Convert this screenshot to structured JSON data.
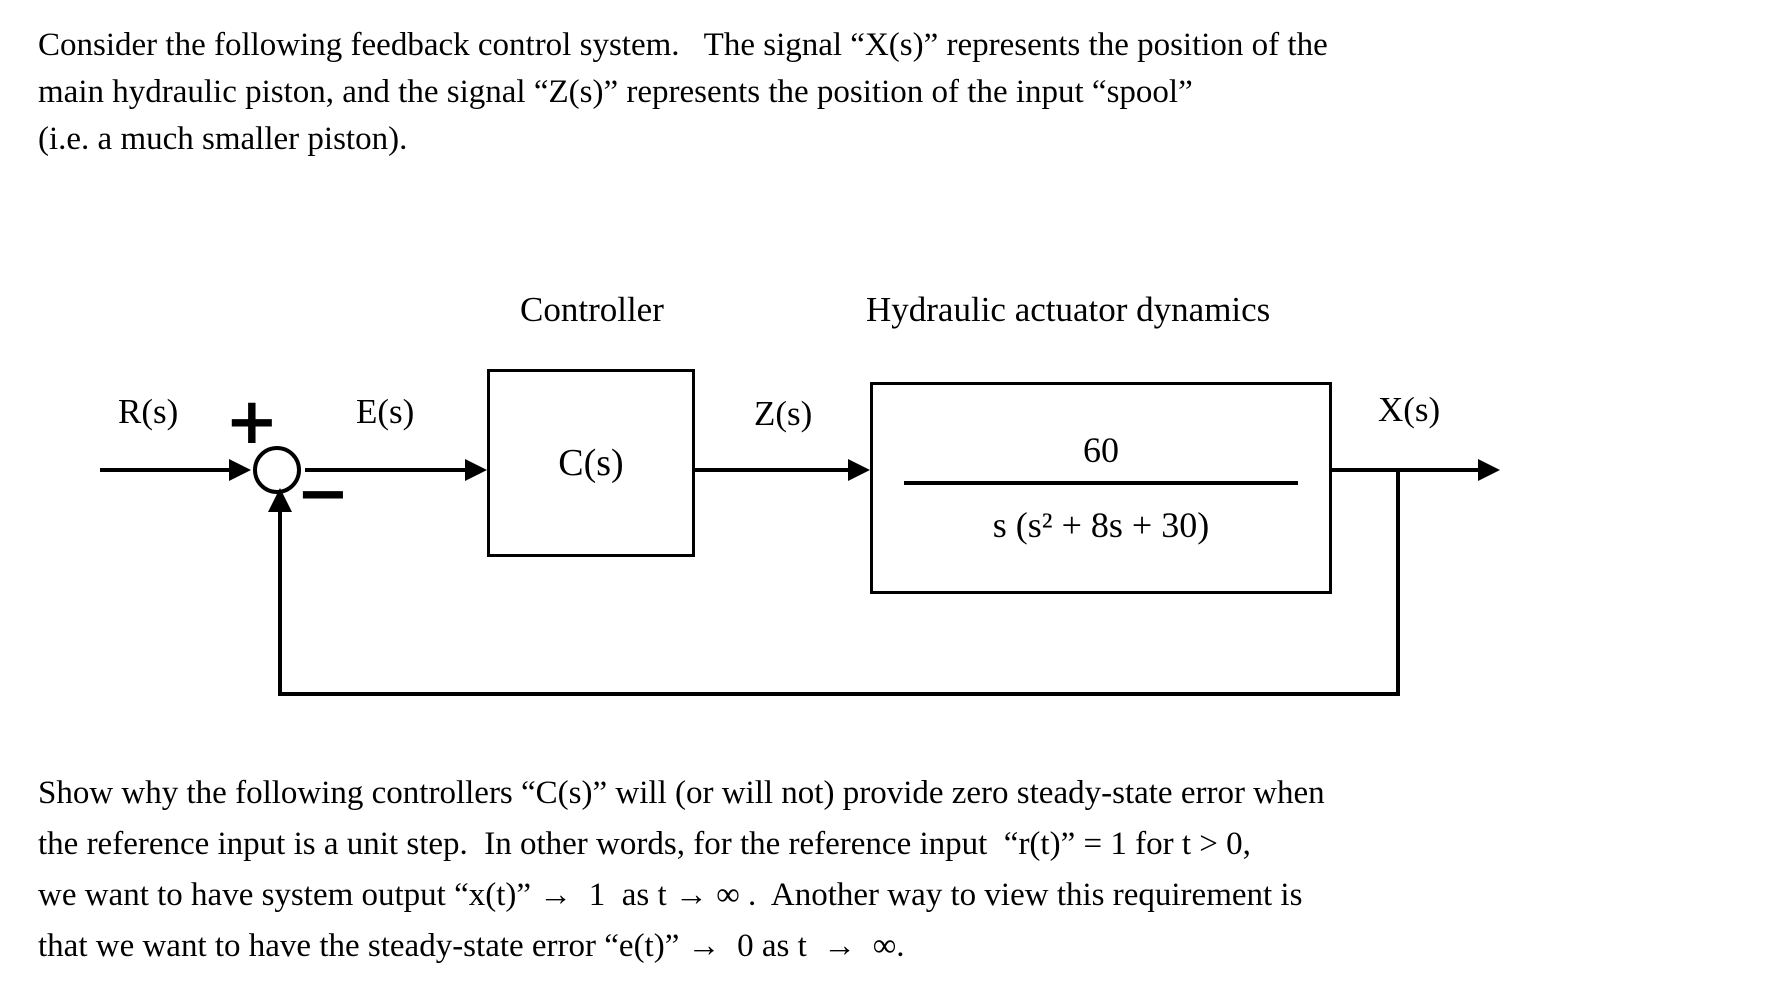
{
  "page": {
    "background": "#ffffff",
    "ink": "#000000"
  },
  "intro": {
    "lines": [
      "Consider the following feedback control system.   The signal “X(s)” represents the position of the",
      "main hydraulic piston, and the signal “Z(s)” represents the position of the input “spool”",
      "(i.e. a much smaller piston)."
    ]
  },
  "diagram": {
    "headings": {
      "controller": "Controller",
      "plant": "Hydraulic actuator dynamics"
    },
    "signals": {
      "reference": "R(s)",
      "error": "E(s)",
      "control": "Z(s)",
      "output": "X(s)"
    },
    "sum": {
      "plus": "+",
      "minus": "−"
    },
    "controller_block": {
      "label": "C(s)"
    },
    "plant_block": {
      "numerator": "60",
      "denominator": "s (s² + 8s + 30)"
    }
  },
  "outro": {
    "lines": [
      "Show why the following controllers “C(s)” will (or will not) provide zero steady-state error when",
      "the reference input is a unit step.  In other words, for the reference input  “r(t)” = 1 for t > 0,",
      "we want to have system output “x(t)” →  1  as t → ∞ .  Another way to view this requirement is",
      "that we want to have the steady-state error “e(t)” →  0 as t  →  ∞."
    ]
  }
}
